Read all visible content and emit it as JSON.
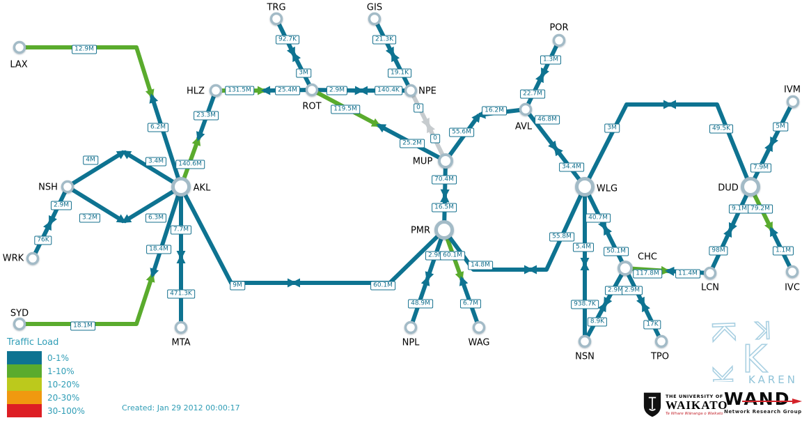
{
  "map": {
    "created": "Created: Jan 29 2012 00:00:17"
  },
  "legend": {
    "title": "Traffic Load",
    "items": [
      {
        "label": "0-1%",
        "color": "#0e7391"
      },
      {
        "label": "1-10%",
        "color": "#5aab2d"
      },
      {
        "label": "10-20%",
        "color": "#bcc91c"
      },
      {
        "label": "20-30%",
        "color": "#f0990f"
      },
      {
        "label": "30-100%",
        "color": "#dd1e24"
      }
    ]
  },
  "colors": {
    "no_data": "#c6cbce",
    "label_accent": "#136f8d",
    "text_accent": "#2f9db6"
  },
  "nodes": [
    {
      "id": "LAX",
      "label": "LAX"
    },
    {
      "id": "SYD",
      "label": "SYD"
    },
    {
      "id": "WRK",
      "label": "WRK"
    },
    {
      "id": "NSH",
      "label": "NSH"
    },
    {
      "id": "AKL",
      "label": "AKL"
    },
    {
      "id": "MTA",
      "label": "MTA"
    },
    {
      "id": "HLZ",
      "label": "HLZ"
    },
    {
      "id": "TRG",
      "label": "TRG"
    },
    {
      "id": "ROT",
      "label": "ROT"
    },
    {
      "id": "GIS",
      "label": "GIS"
    },
    {
      "id": "NPE",
      "label": "NPE"
    },
    {
      "id": "POR",
      "label": "POR"
    },
    {
      "id": "AVL",
      "label": "AVL"
    },
    {
      "id": "MUP",
      "label": "MUP"
    },
    {
      "id": "PMR",
      "label": "PMR"
    },
    {
      "id": "NPL",
      "label": "NPL"
    },
    {
      "id": "WAG",
      "label": "WAG"
    },
    {
      "id": "WLG",
      "label": "WLG"
    },
    {
      "id": "NSN",
      "label": "NSN"
    },
    {
      "id": "TPO",
      "label": "TPO"
    },
    {
      "id": "CHC",
      "label": "CHC"
    },
    {
      "id": "LCN",
      "label": "LCN"
    },
    {
      "id": "DUD",
      "label": "DUD"
    },
    {
      "id": "IVM",
      "label": "IVM"
    },
    {
      "id": "IVC",
      "label": "IVC"
    }
  ],
  "links": [
    {
      "from": "LAX",
      "to": "AKL",
      "a": {
        "value": "12.9M",
        "load": "1-10%"
      },
      "b": {
        "value": "6.2M",
        "load": "0-1%"
      }
    },
    {
      "from": "SYD",
      "to": "AKL",
      "a": {
        "value": "18.1M",
        "load": "1-10%"
      },
      "b": {
        "value": "18.4M",
        "load": "0-1%"
      }
    },
    {
      "from": "NSH",
      "to": "AKL",
      "route": "north",
      "a": {
        "value": "4M",
        "load": "0-1%"
      },
      "b": {
        "value": "3.4M",
        "load": "0-1%"
      }
    },
    {
      "from": "NSH",
      "to": "AKL",
      "route": "south",
      "a": {
        "value": "3.2M",
        "load": "0-1%"
      },
      "b": {
        "value": "6.3M",
        "load": "0-1%"
      }
    },
    {
      "from": "NSH",
      "to": "WRK",
      "a": {
        "value": "2.9M",
        "load": "0-1%"
      },
      "b": {
        "value": "76K",
        "load": "0-1%"
      }
    },
    {
      "from": "AKL",
      "to": "HLZ",
      "a": {
        "value": "140.6M",
        "load": "1-10%"
      },
      "b": {
        "value": "23.3M",
        "load": "0-1%"
      }
    },
    {
      "from": "HLZ",
      "to": "ROT",
      "a": {
        "value": "131.5M",
        "load": "1-10%"
      },
      "b": {
        "value": "25.4M",
        "load": "0-1%"
      }
    },
    {
      "from": "ROT",
      "to": "TRG",
      "a": {
        "value": "3M",
        "load": "0-1%"
      },
      "b": {
        "value": "92.7K",
        "load": "0-1%"
      }
    },
    {
      "from": "ROT",
      "to": "NPE",
      "a": {
        "value": "2.9M",
        "load": "0-1%"
      },
      "b": {
        "value": "140.4K",
        "load": "0-1%"
      }
    },
    {
      "from": "GIS",
      "to": "NPE",
      "a": {
        "value": "21.3K",
        "load": "0-1%"
      },
      "b": {
        "value": "19.1K",
        "load": "0-1%"
      }
    },
    {
      "from": "ROT",
      "to": "MUP",
      "a": {
        "value": "119.5M",
        "load": "1-10%"
      },
      "b": {
        "value": "25.2M",
        "load": "0-1%"
      }
    },
    {
      "from": "NPE",
      "to": "MUP",
      "a": {
        "value": "0",
        "load": "no-data"
      },
      "b": {
        "value": "0",
        "load": "no-data"
      }
    },
    {
      "from": "MUP",
      "to": "AVL",
      "a": {
        "value": "55.6M",
        "load": "0-1%"
      },
      "b": {
        "value": "16.2M",
        "load": "0-1%"
      }
    },
    {
      "from": "AVL",
      "to": "POR",
      "a": {
        "value": "22.7M",
        "load": "0-1%"
      },
      "b": {
        "value": "1.3M",
        "load": "0-1%"
      }
    },
    {
      "from": "AVL",
      "to": "WLG",
      "a": {
        "value": "46.8M",
        "load": "0-1%"
      },
      "b": {
        "value": "34.4M",
        "load": "0-1%"
      }
    },
    {
      "from": "MUP",
      "to": "PMR",
      "a": {
        "value": "70.4M",
        "load": "0-1%"
      },
      "b": {
        "value": "16.5M",
        "load": "0-1%"
      }
    },
    {
      "from": "AKL",
      "to": "MTA",
      "a": {
        "value": "7.7M",
        "load": "0-1%"
      },
      "b": {
        "value": "471.3K",
        "load": "0-1%"
      }
    },
    {
      "from": "AKL",
      "to": "PMR",
      "a": {
        "value": "9M",
        "load": "0-1%"
      },
      "b": {
        "value": "60.1M",
        "load": "0-1%"
      }
    },
    {
      "from": "PMR",
      "to": "NPL",
      "a": {
        "value": "2.9M",
        "load": "0-1%"
      },
      "b": {
        "value": "48.9M",
        "load": "0-1%"
      }
    },
    {
      "from": "PMR",
      "to": "WAG",
      "a": {
        "value": "60.1M",
        "load": "1-10%"
      },
      "b": {
        "value": "6.7M",
        "load": "0-1%"
      }
    },
    {
      "from": "PMR",
      "to": "WLG",
      "a": {
        "value": "14.8M",
        "load": "0-1%"
      },
      "b": {
        "value": "55.8M",
        "load": "0-1%"
      }
    },
    {
      "from": "WLG",
      "to": "CHC",
      "a": {
        "value": "40.7M",
        "load": "0-1%"
      },
      "b": {
        "value": "50.1M",
        "load": "0-1%"
      }
    },
    {
      "from": "WLG",
      "to": "NSN",
      "a": {
        "value": "5.4M",
        "load": "0-1%"
      },
      "b": {
        "value": "938.7K",
        "load": "0-1%"
      }
    },
    {
      "from": "WLG",
      "to": "DUD",
      "a": {
        "value": "3M",
        "load": "0-1%"
      },
      "b": {
        "value": "49.5K",
        "load": "0-1%"
      }
    },
    {
      "from": "IVM",
      "to": "DUD",
      "a": {
        "value": "5M",
        "load": "0-1%"
      },
      "b": {
        "value": "7.9M",
        "load": "0-1%"
      }
    },
    {
      "from": "DUD",
      "to": "LCN",
      "a": {
        "value": "9.1M",
        "load": "0-1%"
      },
      "b": {
        "value": "98M",
        "load": "0-1%"
      }
    },
    {
      "from": "DUD",
      "to": "IVC",
      "a": {
        "value": "79.2M",
        "load": "1-10%"
      },
      "b": {
        "value": "1.1M",
        "load": "0-1%"
      }
    },
    {
      "from": "CHC",
      "to": "LCN",
      "a": {
        "value": "117.8M",
        "load": "1-10%"
      },
      "b": {
        "value": "11.4M",
        "load": "0-1%"
      }
    },
    {
      "from": "CHC",
      "to": "NSN",
      "a": {
        "value": "2.9M",
        "load": "0-1%"
      },
      "b": {
        "value": "8.9K",
        "load": "0-1%"
      }
    },
    {
      "from": "CHC",
      "to": "TPO",
      "a": {
        "value": "2.9M",
        "load": "0-1%"
      },
      "b": {
        "value": "17K",
        "load": "0-1%"
      }
    }
  ],
  "footer_logos": {
    "karen": {
      "name": "KAREN"
    },
    "waikato": {
      "line1": "THE UNIVERSITY OF",
      "line2": "WAIKATO",
      "line3": "Te Whare Wānanga o Waikato"
    },
    "wand": {
      "name": "WAND",
      "sub": "Network Research Group"
    }
  }
}
